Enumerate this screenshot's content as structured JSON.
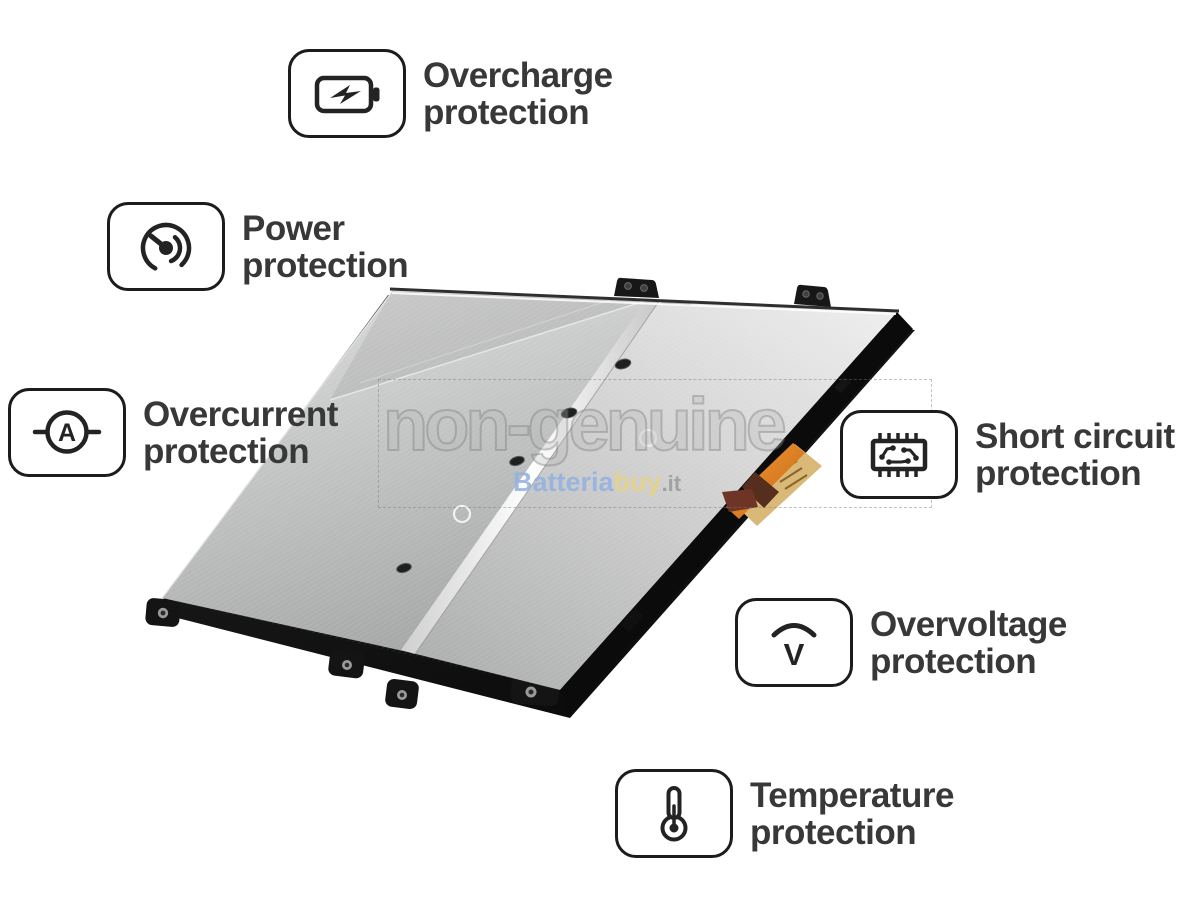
{
  "page": {
    "background": "#ffffff"
  },
  "watermark": {
    "text": "non-genuine"
  },
  "brand": {
    "part1": "Batteria",
    "part2": "buy",
    "part3": ".it",
    "part1_color": "#92b1e0",
    "part2_color": "#e4d388",
    "part3_color": "#969696"
  },
  "battery": {
    "alt": "silver laptop battery with black frame and orange flex connector",
    "surface_color": "#c9c9c9",
    "frame_color": "#121212",
    "cable_color": "#e8872a"
  },
  "features": [
    {
      "id": "overcharge",
      "icon": "battery-bolt-icon",
      "line1": "Overcharge",
      "line2": "protection"
    },
    {
      "id": "power",
      "icon": "gauge-icon",
      "line1": "Power",
      "line2": "protection"
    },
    {
      "id": "overcurrent",
      "icon": "ammeter-icon",
      "line1": "Overcurrent",
      "line2": "protection"
    },
    {
      "id": "short-circuit",
      "icon": "chip-icon",
      "line1": "Short circuit",
      "line2": "protection"
    },
    {
      "id": "overvoltage",
      "icon": "voltage-arc-icon",
      "line1": "Overvoltage",
      "line2": "protection"
    },
    {
      "id": "temperature",
      "icon": "thermometer-icon",
      "line1": "Temperature",
      "line2": "protection"
    }
  ],
  "icons": {
    "ammeter_letter": "A",
    "overvoltage_letter": "V"
  }
}
